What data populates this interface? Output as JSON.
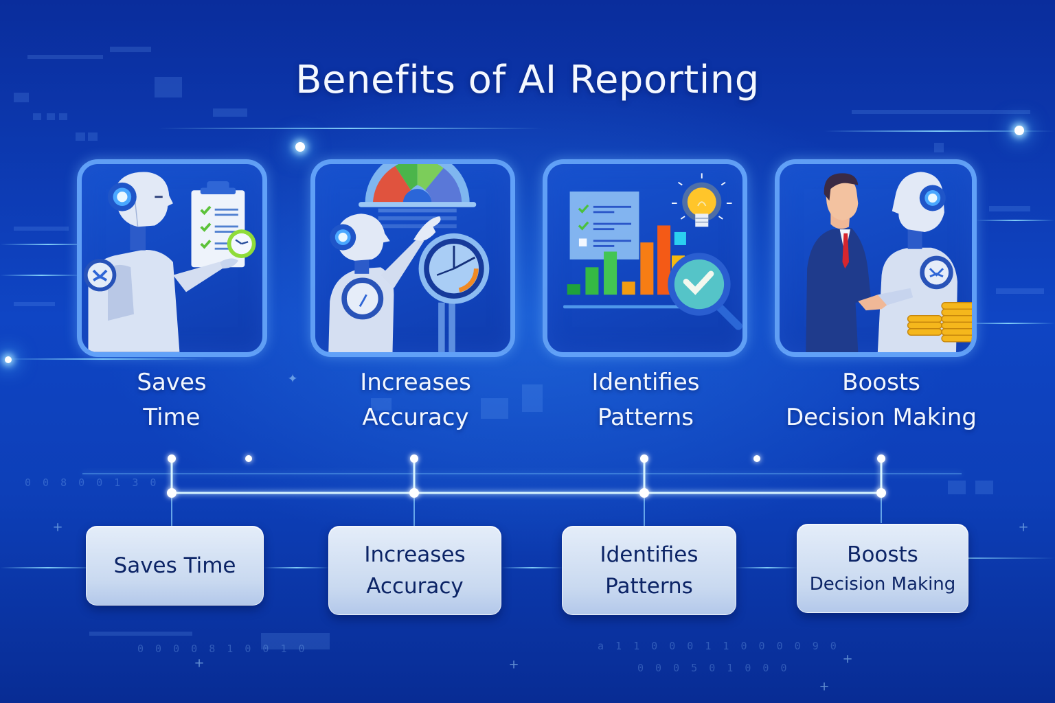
{
  "title": "Benefits of AI Reporting",
  "theme": {
    "background": "#0f45c4",
    "card_border": "#6eafff",
    "label_box_bg": "#d6e3f5",
    "label_text": "#0c2466",
    "glow": "#8cdcff"
  },
  "benefits": [
    {
      "id": "saves-time",
      "caption": [
        "Saves",
        "Time"
      ],
      "label": [
        "Saves Time"
      ],
      "illustration": "robot-holding-checklist-clipboard-with-clock",
      "icons": [
        "robot-icon",
        "clipboard-checklist-icon",
        "clock-icon"
      ]
    },
    {
      "id": "increases-accuracy",
      "caption": [
        "Increases",
        "Accuracy"
      ],
      "label": [
        "Increases",
        "Accuracy"
      ],
      "illustration": "robot-pointing-at-gauge-and-clock-dial",
      "icons": [
        "robot-icon",
        "gauge-meter-icon",
        "clock-dial-icon"
      ]
    },
    {
      "id": "identifies-patterns",
      "caption": [
        "Identifies",
        "Patterns"
      ],
      "label": [
        "Identifies",
        "Patterns"
      ],
      "illustration": "bar-chart-with-checklist-lightbulb-and-magnifier",
      "icons": [
        "checklist-icon",
        "bar-chart-icon",
        "lightbulb-icon",
        "magnifier-check-icon"
      ]
    },
    {
      "id": "boosts-decision-making",
      "caption": [
        "Boosts",
        "Decision Making"
      ],
      "label": [
        "Boosts",
        "Decision Making"
      ],
      "illustration": "businessman-shaking-hands-with-robot-and-coin-stacks",
      "icons": [
        "businessman-icon",
        "robot-icon",
        "handshake-icon",
        "coin-stack-icon"
      ]
    }
  ],
  "decor": {
    "binary_strings": [
      "0 0 8 0 0 1 3 0",
      "0 0 0 0 8 1 0 0 1 0",
      "a 1 1 0 0 0 1 1 0 0 0 0 9 0",
      "0 0 0 5 0 1 0 0 0"
    ]
  }
}
